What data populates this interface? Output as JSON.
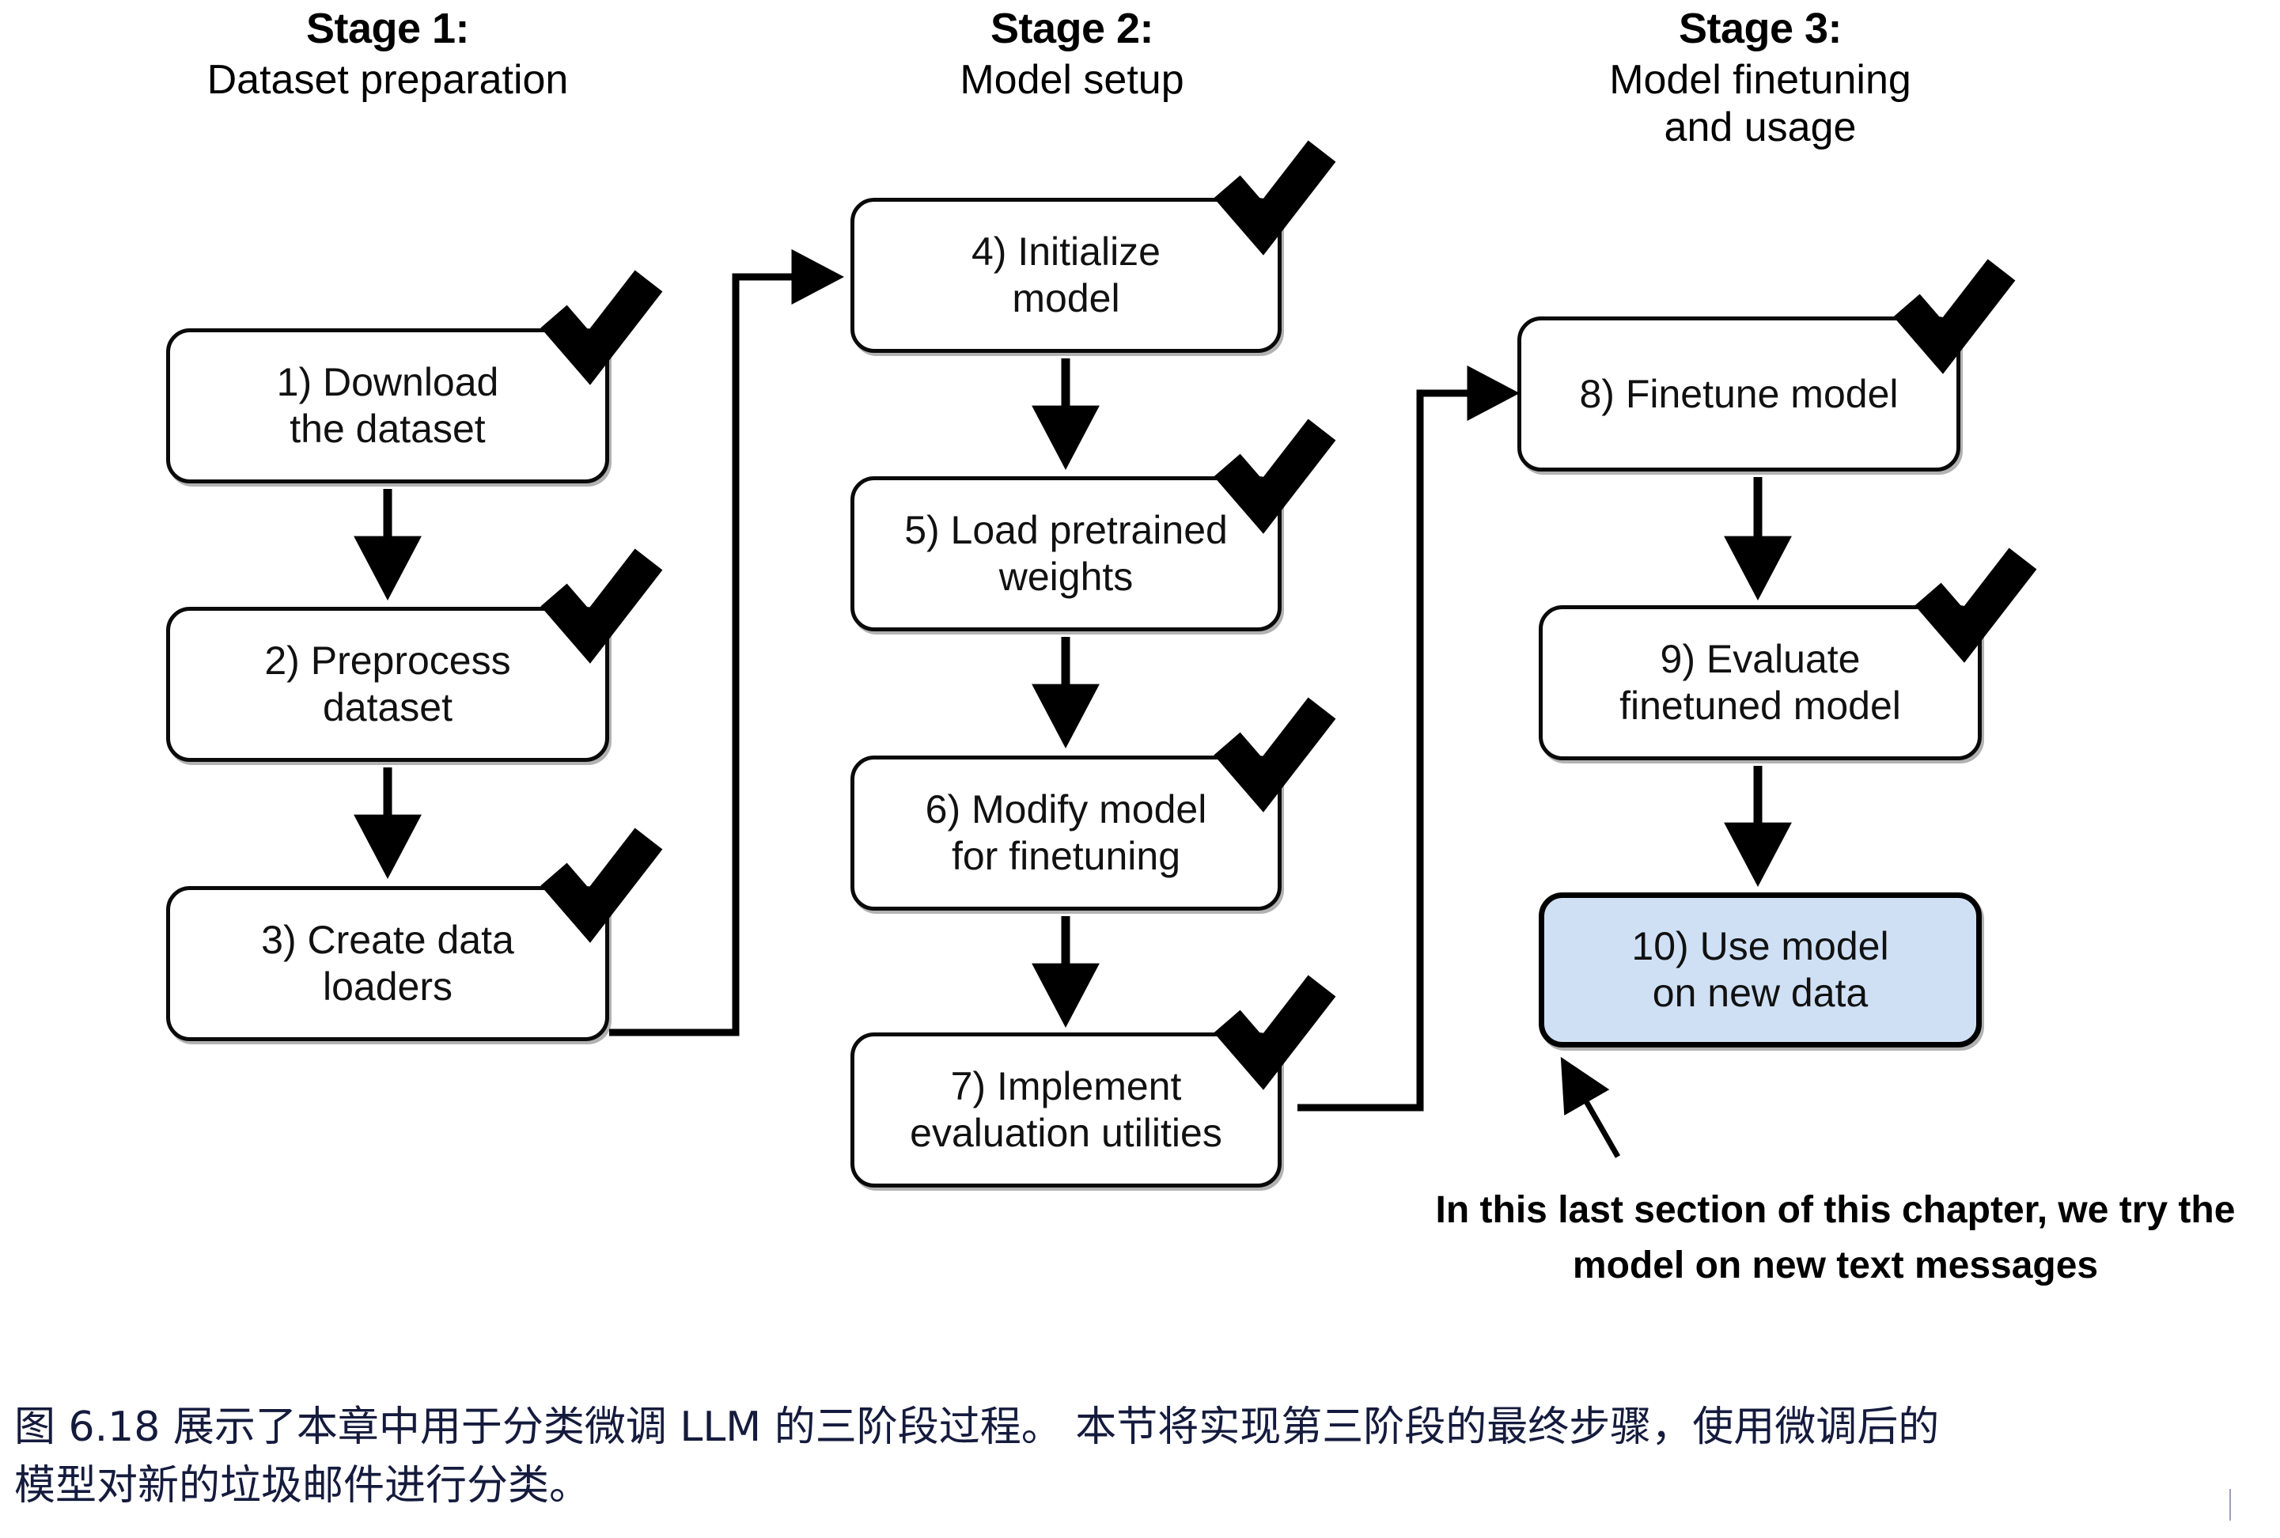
{
  "stages": [
    {
      "id": "stage-1",
      "title": "Stage 1:",
      "subtitle": "Dataset preparation"
    },
    {
      "id": "stage-2",
      "title": "Stage 2:",
      "subtitle": "Model setup"
    },
    {
      "id": "stage-3",
      "title": "Stage 3:",
      "subtitle_line1": "Model finetuning",
      "subtitle_line2": "and usage"
    }
  ],
  "nodes": [
    {
      "id": "node-1",
      "line1": "1) Download",
      "line2": "the dataset",
      "checked": true,
      "highlighted": false
    },
    {
      "id": "node-2",
      "line1": "2) Preprocess",
      "line2": "dataset",
      "checked": true,
      "highlighted": false
    },
    {
      "id": "node-3",
      "line1": "3) Create data",
      "line2": "loaders",
      "checked": true,
      "highlighted": false
    },
    {
      "id": "node-4",
      "line1": "4) Initialize",
      "line2": "model",
      "checked": true,
      "highlighted": false
    },
    {
      "id": "node-5",
      "line1": "5) Load pretrained",
      "line2": "weights",
      "checked": true,
      "highlighted": false
    },
    {
      "id": "node-6",
      "line1": "6) Modify model",
      "line2": "for finetuning",
      "checked": true,
      "highlighted": false
    },
    {
      "id": "node-7",
      "line1": "7) Implement",
      "line2": "evaluation utilities",
      "checked": true,
      "highlighted": false
    },
    {
      "id": "node-8",
      "line1": "8) Finetune model",
      "line2": "",
      "checked": true,
      "highlighted": false
    },
    {
      "id": "node-9",
      "line1": "9) Evaluate",
      "line2": "finetuned model",
      "checked": true,
      "highlighted": false
    },
    {
      "id": "node-10",
      "line1": "10) Use model",
      "line2": "on new data",
      "checked": false,
      "highlighted": true
    }
  ],
  "annotation": {
    "line1": "In this last section of this chapter, we try the",
    "line2": "model on new text messages"
  },
  "caption": {
    "line1": "图 6.18 展示了本章中用于分类微调 LLM 的三阶段过程。 本节将实现第三阶段的最终步骤，使用微调后的",
    "line2": "模型对新的垃圾邮件进行分类。"
  },
  "colors": {
    "highlight_fill": "#cfe0f5",
    "stroke": "#0a0a0a",
    "caption_text": "#151b3d"
  }
}
